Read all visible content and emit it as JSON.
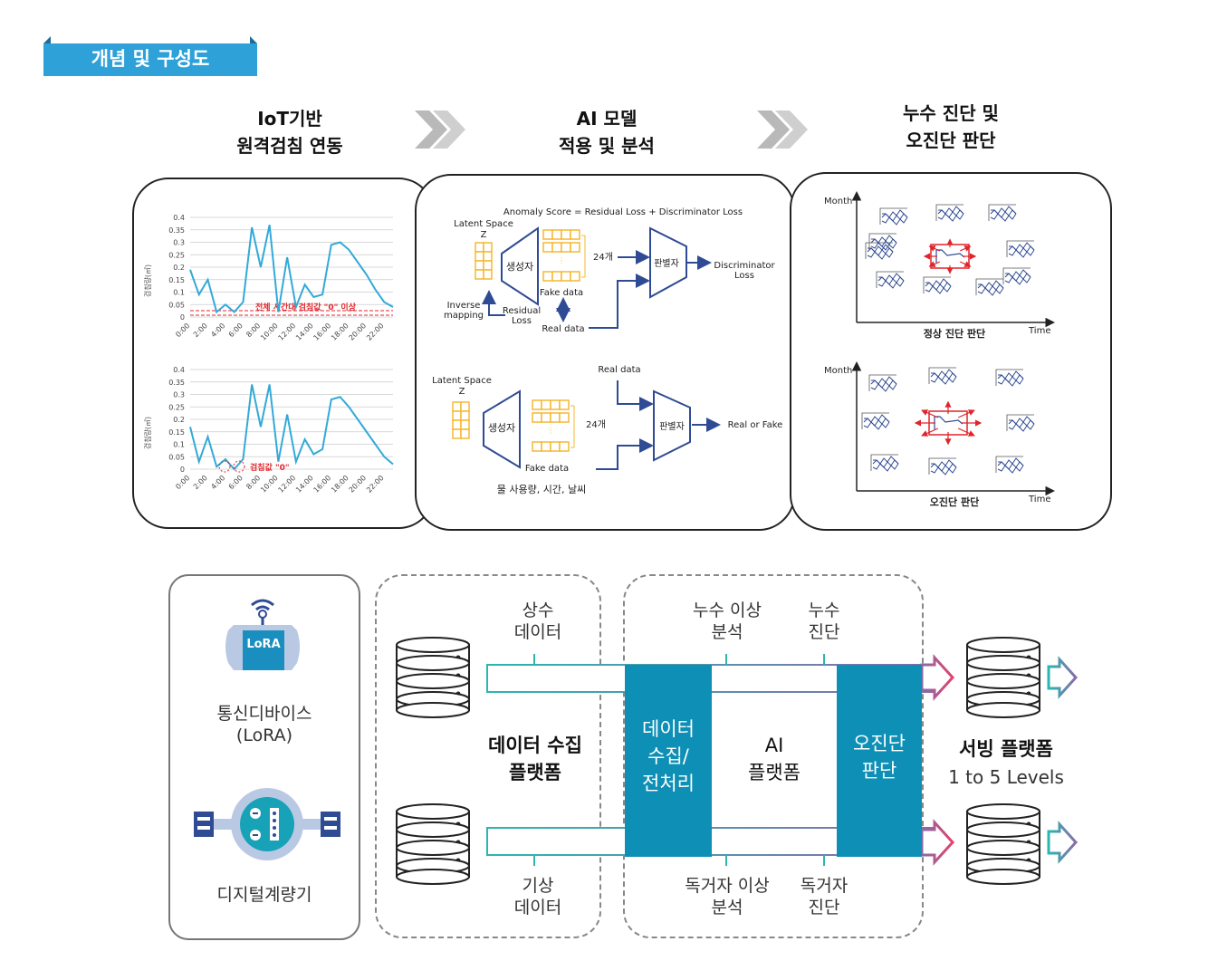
{
  "header_tag": "개념 및 구성도",
  "stages": {
    "iot": [
      "IoT기반",
      "원격검침 연동"
    ],
    "ai": [
      "AI 모델",
      "적용 및 분석"
    ],
    "leak": [
      "누수 진단 및",
      "오진단 판단"
    ]
  },
  "iot_charts": {
    "ylabel": "검침량(㎥)",
    "yticks": [
      "0.4",
      "0.35",
      "0.3",
      "0.25",
      "0.2",
      "0.15",
      "0.1",
      "0.05",
      "0"
    ],
    "xticks": [
      "0:00",
      "2:00",
      "4:00",
      "6:00",
      "8:00",
      "10:00",
      "12:00",
      "14:00",
      "16:00",
      "18:00",
      "20:00",
      "22:00"
    ],
    "chart1_note": "전체 시간대 검침값 \"0\" 이상",
    "chart2_note": "검침값 \"0\"",
    "line_color": "#33a9d8",
    "note_color": "#e0242c"
  },
  "chart_data": [
    {
      "type": "line",
      "xlabel": "",
      "ylabel": "검침량(㎥)",
      "ylim": [
        0,
        0.4
      ],
      "x": [
        0,
        1,
        2,
        3,
        4,
        5,
        6,
        7,
        8,
        9,
        10,
        11,
        12,
        13,
        14,
        15,
        16,
        17,
        18,
        19,
        20,
        21,
        22,
        23
      ],
      "values": [
        0.19,
        0.09,
        0.15,
        0.02,
        0.05,
        0.02,
        0.06,
        0.36,
        0.2,
        0.37,
        0.02,
        0.24,
        0.04,
        0.13,
        0.08,
        0.09,
        0.29,
        0.3,
        0.27,
        0.22,
        0.17,
        0.11,
        0.06,
        0.04
      ]
    },
    {
      "type": "line",
      "xlabel": "",
      "ylabel": "검침량(㎥)",
      "ylim": [
        0,
        0.4
      ],
      "x": [
        0,
        1,
        2,
        3,
        4,
        5,
        6,
        7,
        8,
        9,
        10,
        11,
        12,
        13,
        14,
        15,
        16,
        17,
        18,
        19,
        20,
        21,
        22,
        23
      ],
      "values": [
        0.17,
        0.03,
        0.13,
        0.01,
        0.04,
        0.0,
        0.04,
        0.34,
        0.17,
        0.34,
        0.03,
        0.22,
        0.03,
        0.12,
        0.06,
        0.08,
        0.28,
        0.29,
        0.25,
        0.2,
        0.15,
        0.1,
        0.05,
        0.02
      ]
    }
  ],
  "gan_top": {
    "formula": "Anomaly Score = Residual Loss + Discriminator Loss",
    "latent": "Latent Space",
    "z": "Z",
    "generator": "생성자",
    "fake": "Fake data",
    "count": "24개",
    "discriminator": "판별자",
    "disc_loss": [
      "Discriminator",
      "Loss"
    ],
    "inverse": [
      "Inverse",
      "mapping"
    ],
    "residual": [
      "Residual",
      "Loss"
    ],
    "real": "Real data"
  },
  "gan_bottom": {
    "latent": "Latent Space",
    "z": "Z",
    "generator": "생성자",
    "count": "24개",
    "real": "Real data",
    "discriminator": "판별자",
    "out": "Real or Fake",
    "fake": "Fake data",
    "inputs": "물 사용량, 시간, 날씨"
  },
  "diagnosis": {
    "month": "Month",
    "time": "Time",
    "normal": "정상 진단 판단",
    "wrong": "오진단 판단"
  },
  "devices": {
    "lora_chip": "LoRA",
    "lora_label": [
      "통신디바이스",
      "(LoRA)"
    ],
    "meter_label": "디지털계량기"
  },
  "collect": {
    "top": [
      "상수",
      "데이터"
    ],
    "bottom": [
      "기상",
      "데이터"
    ],
    "title": [
      "데이터 수집",
      "플랫폼"
    ]
  },
  "ai_platform": {
    "preprocess": [
      "데이터",
      "수집/",
      "전처리"
    ],
    "title": [
      "AI",
      "플랫폼"
    ],
    "wrong": [
      "오진단",
      "판단"
    ],
    "top_left": [
      "누수 이상",
      "분석"
    ],
    "top_right": [
      "누수",
      "진단"
    ],
    "bottom_left": [
      "독거자 이상",
      "분석"
    ],
    "bottom_right": [
      "독거자",
      "진단"
    ]
  },
  "serving": {
    "title": "서빙 플랫폼",
    "levels": "1 to 5 Levels"
  },
  "colors": {
    "tag": "#2ea1d9",
    "band": "#0e8fb5",
    "teal": "#29b7b0",
    "purple": "#8b6ba8",
    "pink": "#e0426d",
    "navy": "#2f4b93",
    "yellow": "#f5b833"
  }
}
